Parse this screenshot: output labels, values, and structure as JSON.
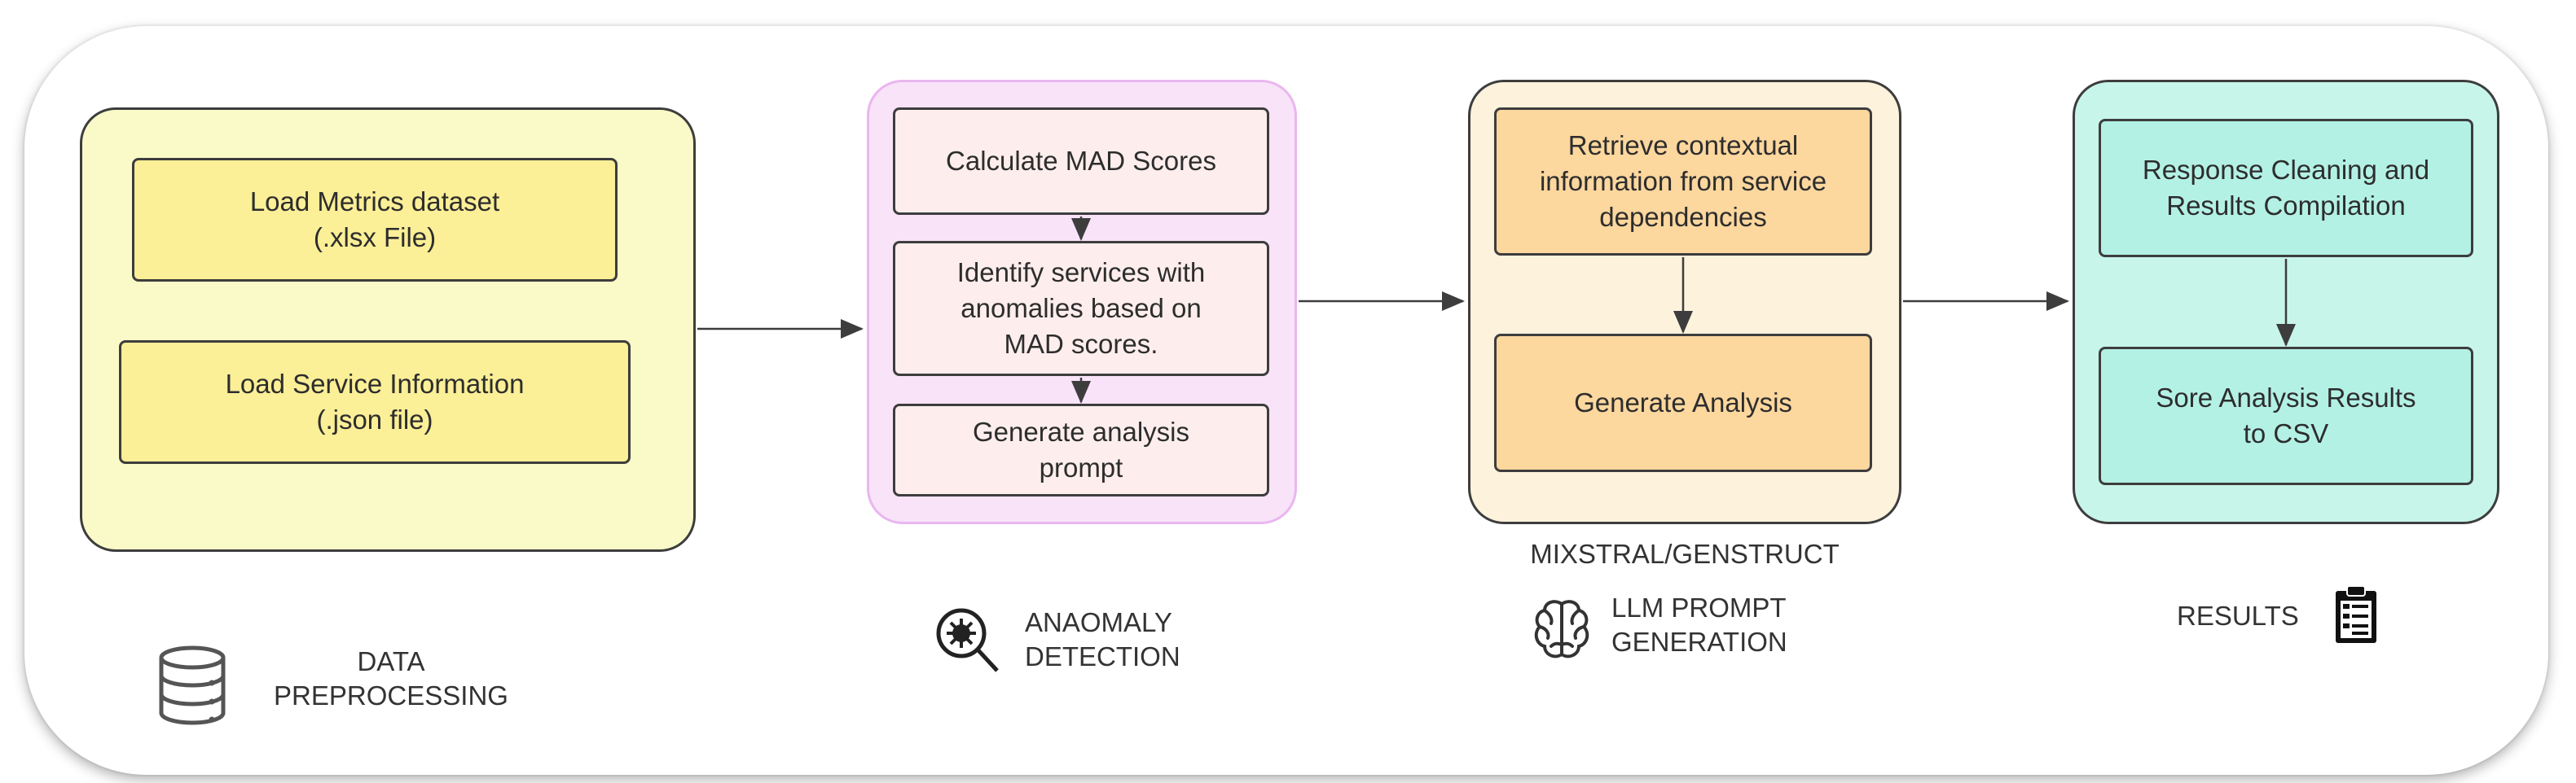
{
  "preprocessing": {
    "box_metrics": "Load Metrics dataset\n(.xlsx File)",
    "box_service": "Load  Service Information\n(.json file)",
    "label": "DATA\nPREPROCESSING",
    "icon": "database-icon"
  },
  "anomaly": {
    "box_mad": "Calculate MAD Scores",
    "box_identify": "Identify services with\nanomalies based on\nMAD scores.",
    "box_prompt": "Generate analysis\nprompt",
    "label": "ANAOMALY\nDETECTION",
    "icon": "virus-magnifier-icon"
  },
  "llm": {
    "box_retrieve": "Retrieve contextual\ninformation from service\ndependencies",
    "box_generate": "Generate Analysis",
    "model_label": "MIXSTRAL/GENSTRUCT",
    "label": "LLM PROMPT\nGENERATION",
    "icon": "brain-icon"
  },
  "results": {
    "box_cleaning": "Response Cleaning and\nResults Compilation",
    "box_store": "Sore Analysis Results\nto CSV",
    "label": "RESULTS",
    "icon": "clipboard-icon"
  },
  "colors": {
    "preprocessing_group": "#fafac8",
    "preprocessing_box": "#fbef97",
    "anomaly_group": "#f8e3f9",
    "anomaly_box": "#fdeeed",
    "llm_group": "#fdf2dc",
    "llm_box": "#fcd79e",
    "results_group": "#c7f5ea",
    "results_box": "#b4f1e5"
  }
}
